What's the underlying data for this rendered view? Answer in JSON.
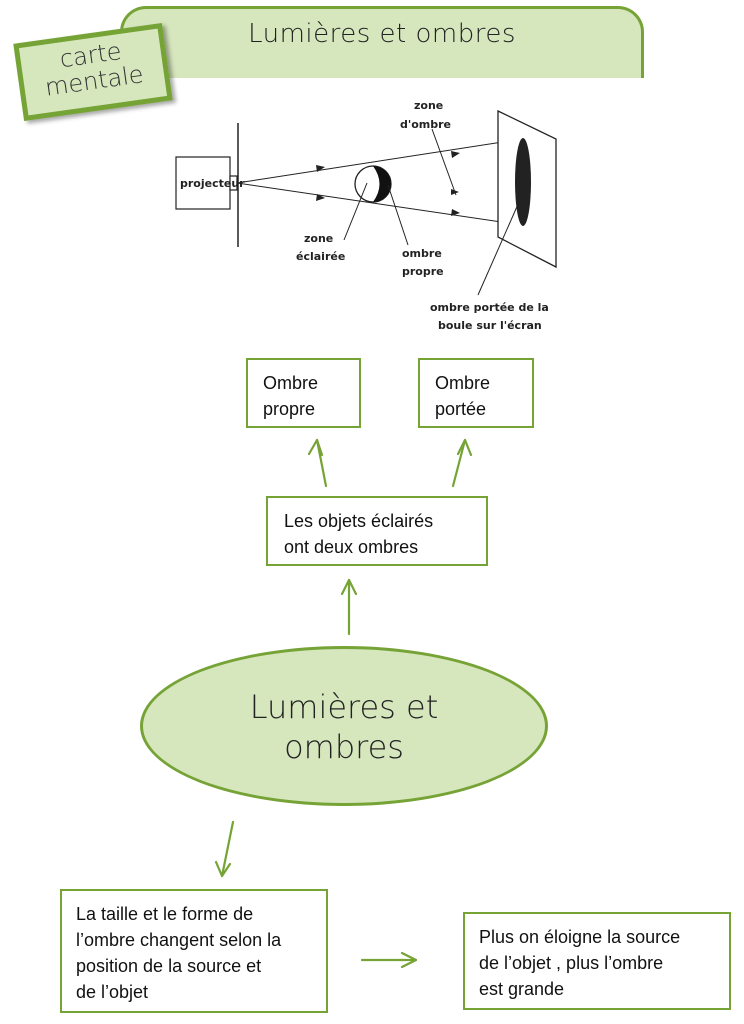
{
  "header": {
    "title": "Lumières et ombres"
  },
  "carte_label": {
    "line1": "carte",
    "line2": "mentale"
  },
  "diagram": {
    "projector_label": "projecteur",
    "shadow_zone": [
      "zone",
      "d'ombre"
    ],
    "lit_zone": [
      "zone",
      "éclairée"
    ],
    "own_shadow": [
      "ombre",
      "propre"
    ],
    "cast_shadow": [
      "ombre portée de la",
      "boule sur l'écran"
    ]
  },
  "boxes": {
    "ombre_propre": [
      "Ombre",
      "propre"
    ],
    "ombre_portee": [
      "Ombre",
      "portée"
    ],
    "deux_ombres": [
      "Les objets éclairés",
      "ont deux ombres"
    ],
    "taille_forme": [
      "La taille et le forme de",
      "l’ombre changent selon la",
      "position de la source et",
      "de l’objet"
    ],
    "plus_eloigne": [
      "Plus on éloigne la source",
      "de l’objet , plus l’ombre",
      "est grande"
    ]
  },
  "center": {
    "line1": "Lumières et",
    "line2": "ombres"
  },
  "colors": {
    "accent_green": "#76a336",
    "fill_green": "#d6e6bd"
  }
}
